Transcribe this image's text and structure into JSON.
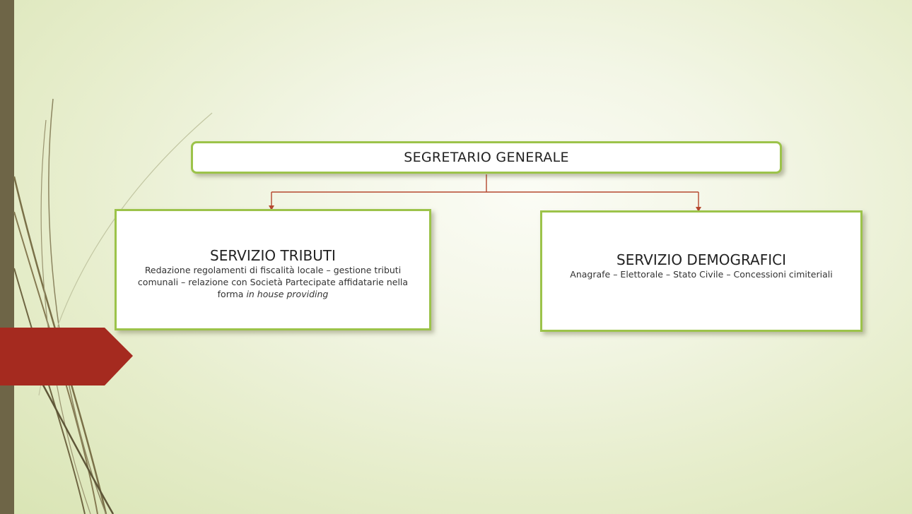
{
  "org_chart": {
    "top": {
      "title": "SEGRETARIO GENERALE"
    },
    "children": [
      {
        "title": "SERVIZIO TRIBUTI",
        "description_plain": "Redazione regolamenti di fiscalità locale – gestione tributi comunali – relazione con Società Partecipate affidatarie nella forma ",
        "description_italic": "in house providing"
      },
      {
        "title": "SERVIZIO DEMOGRAFICI",
        "description_plain": "Anagrafe – Elettorale – Stato Civile – Concessioni cimiteriali"
      }
    ]
  },
  "colors": {
    "box_border": "#9cc34a",
    "connector": "#b5482f",
    "accent_red": "#a52a1f",
    "left_bar": "#6e6547"
  }
}
